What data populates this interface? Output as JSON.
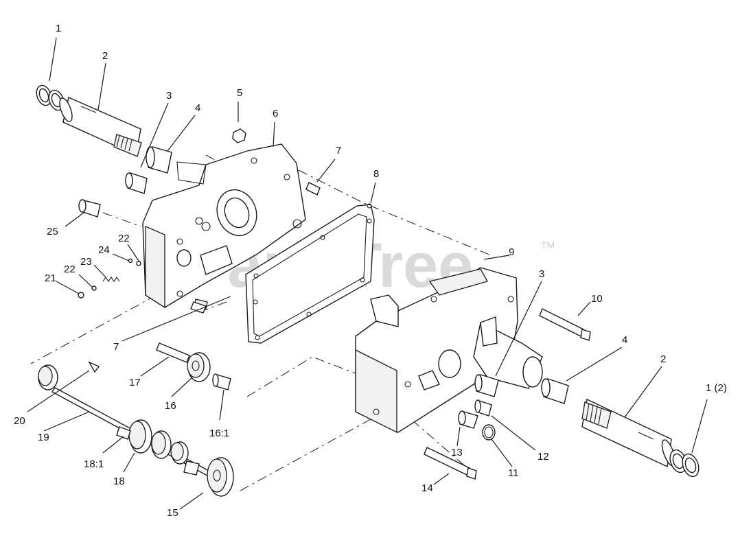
{
  "watermark": {
    "text": "PartsTree",
    "trademark": "TM"
  },
  "callouts": [
    {
      "id": "c1a",
      "text": "1"
    },
    {
      "id": "c2a",
      "text": "2"
    },
    {
      "id": "c3a",
      "text": "3"
    },
    {
      "id": "c4a",
      "text": "4"
    },
    {
      "id": "c5",
      "text": "5"
    },
    {
      "id": "c6",
      "text": "6"
    },
    {
      "id": "c7a",
      "text": "7"
    },
    {
      "id": "c8",
      "text": "8"
    },
    {
      "id": "c9",
      "text": "9"
    },
    {
      "id": "c3b",
      "text": "3"
    },
    {
      "id": "c10",
      "text": "10"
    },
    {
      "id": "c4b",
      "text": "4"
    },
    {
      "id": "c2b",
      "text": "2"
    },
    {
      "id": "c1b",
      "text": "1 (2)"
    },
    {
      "id": "c25",
      "text": "25"
    },
    {
      "id": "c22a",
      "text": "22"
    },
    {
      "id": "c24",
      "text": "24"
    },
    {
      "id": "c23",
      "text": "23"
    },
    {
      "id": "c22b",
      "text": "22"
    },
    {
      "id": "c21",
      "text": "21"
    },
    {
      "id": "c7b",
      "text": "7"
    },
    {
      "id": "c17",
      "text": "17"
    },
    {
      "id": "c16",
      "text": "16"
    },
    {
      "id": "c16_1",
      "text": "16:1"
    },
    {
      "id": "c20",
      "text": "20"
    },
    {
      "id": "c19",
      "text": "19"
    },
    {
      "id": "c18_1",
      "text": "18:1"
    },
    {
      "id": "c18",
      "text": "18"
    },
    {
      "id": "c15",
      "text": "15"
    },
    {
      "id": "c13",
      "text": "13"
    },
    {
      "id": "c12",
      "text": "12"
    },
    {
      "id": "c11",
      "text": "11"
    },
    {
      "id": "c14",
      "text": "14"
    }
  ]
}
